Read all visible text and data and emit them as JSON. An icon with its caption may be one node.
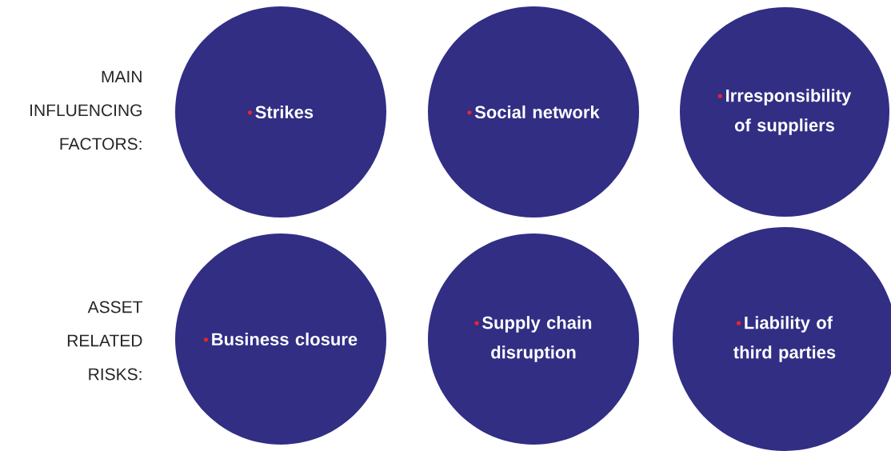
{
  "diagram": {
    "nodes": [
      {
        "text": [
          "Strikes"
        ]
      },
      {
        "text": [
          "Social network"
        ]
      },
      {
        "text": [
          "Irresponsibility of suppliers"
        ]
      },
      {
        "text": [
          "Business closure"
        ]
      },
      {
        "text": [
          "Supply chain disruption"
        ]
      },
      {
        "text": [
          "Liability of third parties"
        ]
      }
    ],
    "labels": [
      "MAIN INFLUENCING FACTORS:",
      "ASSET RELATED RISKS:"
    ]
  }
}
